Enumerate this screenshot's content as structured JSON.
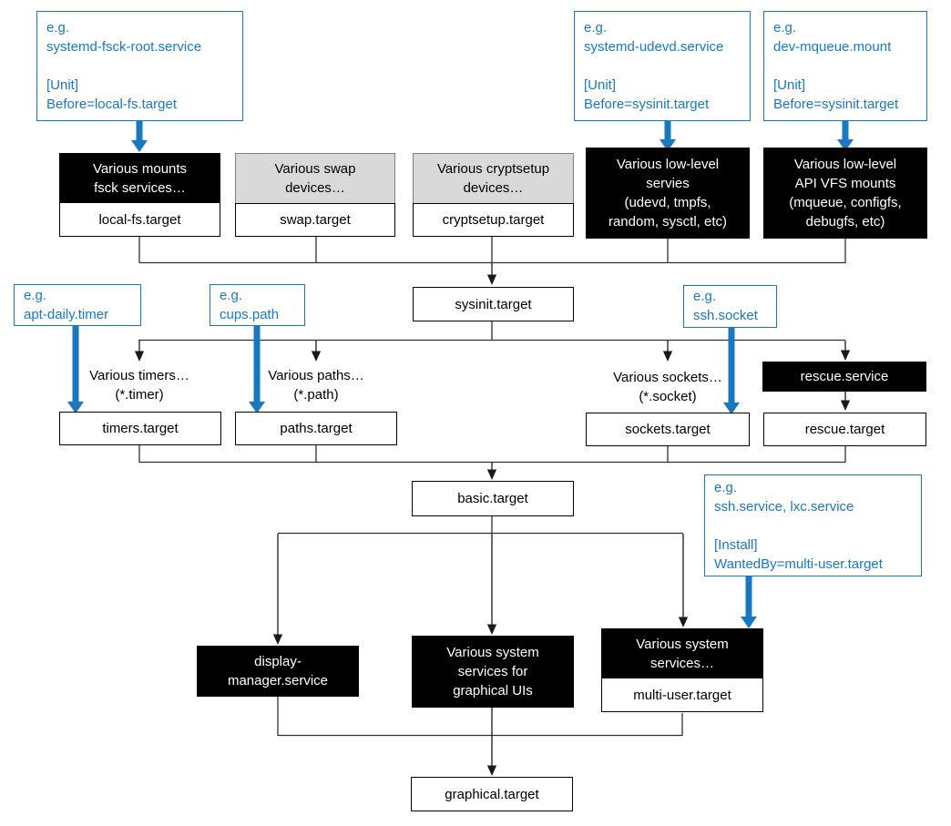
{
  "colors": {
    "accent_blue": "#1879c2",
    "box_black": "#000000",
    "gray_fill": "#d9d9d9",
    "gray_border": "#7f7f7f",
    "connector": "#303030"
  },
  "annotations": {
    "fsck": {
      "lines": [
        "e.g.",
        "systemd-fsck-root.service",
        "",
        "[Unit]",
        "Before=local-fs.target"
      ]
    },
    "udevd": {
      "lines": [
        "e.g.",
        "systemd-udevd.service",
        "",
        "[Unit]",
        "Before=sysinit.target"
      ]
    },
    "mqueue": {
      "lines": [
        "e.g.",
        "dev-mqueue.mount",
        "",
        "[Unit]",
        "Before=sysinit.target"
      ]
    },
    "timer": {
      "lines": [
        "e.g.",
        "apt-daily.timer"
      ]
    },
    "path": {
      "lines": [
        "e.g.",
        "cups.path"
      ]
    },
    "socket": {
      "lines": [
        "e.g.",
        "ssh.socket"
      ]
    },
    "install": {
      "lines": [
        "e.g.",
        "ssh.service, lxc.service",
        "",
        "[Install]",
        "WantedBy=multi-user.target"
      ]
    }
  },
  "nodes": {
    "mounts": {
      "header_lines": [
        "Various mounts",
        "fsck services…"
      ],
      "target": "local-fs.target"
    },
    "swap": {
      "header_lines": [
        "Various swap",
        "devices…"
      ],
      "target": "swap.target"
    },
    "crypt": {
      "header_lines": [
        "Various cryptsetup",
        "devices…"
      ],
      "target": "cryptsetup.target"
    },
    "lowlevel_services": {
      "header_lines": [
        "Various low-level",
        "servies",
        "(udevd, tmpfs,",
        "random, sysctl, etc)"
      ]
    },
    "lowlevel_mounts": {
      "header_lines": [
        "Various low-level",
        "API VFS mounts",
        "(mqueue, configfs,",
        "debugfs, etc)"
      ]
    },
    "sysinit": {
      "target": "sysinit.target"
    },
    "timers": {
      "target": "timers.target"
    },
    "paths": {
      "target": "paths.target"
    },
    "sockets": {
      "target": "sockets.target"
    },
    "rescue_service": {
      "label": "rescue.service"
    },
    "rescue": {
      "target": "rescue.target"
    },
    "basic": {
      "target": "basic.target"
    },
    "display_manager": {
      "header_lines": [
        "display-",
        "manager.service"
      ]
    },
    "graphical_services": {
      "header_lines": [
        "Various system",
        "services for",
        "graphical UIs"
      ]
    },
    "multi_user_services": {
      "header_lines": [
        "Various system",
        "services…"
      ],
      "target": "multi-user.target"
    },
    "graphical": {
      "target": "graphical.target"
    }
  },
  "labels": {
    "timers": {
      "lines": [
        "Various timers…",
        "(*.timer)"
      ]
    },
    "paths": {
      "lines": [
        "Various paths…",
        "(*.path)"
      ]
    },
    "sockets": {
      "lines": [
        "Various sockets…",
        "(*.socket)"
      ]
    }
  }
}
